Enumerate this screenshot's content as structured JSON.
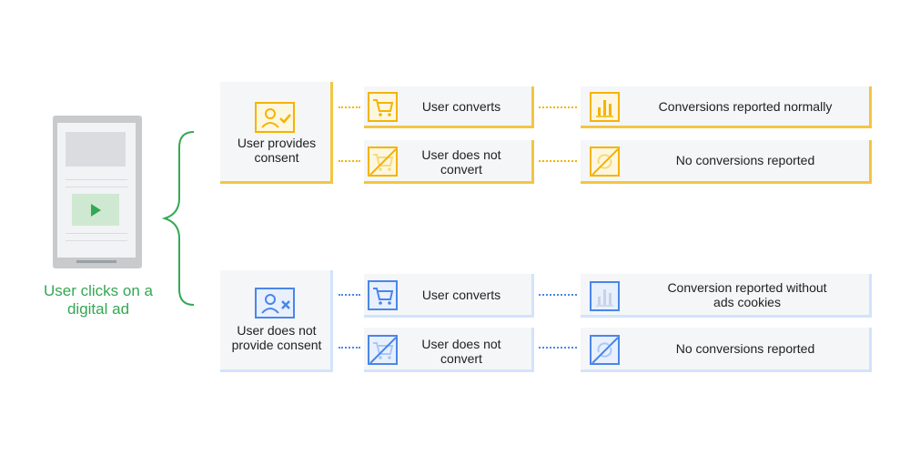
{
  "phone": {
    "caption": "User clicks on a digital ad"
  },
  "consent_branch": {
    "label": "User provides consent",
    "converts": "User converts",
    "not_converts": "User does not convert",
    "result_converts": "Conversions reported normally",
    "result_not_converts": "No conversions reported"
  },
  "no_consent_branch": {
    "label": "User does not provide consent",
    "converts": "User converts",
    "not_converts": "User does not convert",
    "result_converts": "Conversion reported without ads cookies",
    "result_not_converts": "No conversions reported"
  },
  "colors": {
    "consent_accent": "#f4b400",
    "no_consent_accent": "#4a86e8",
    "brace": "#34a853",
    "caption": "#34a853",
    "play_button": "#34a853"
  }
}
